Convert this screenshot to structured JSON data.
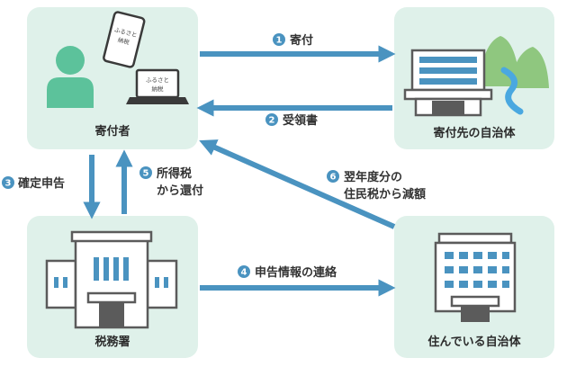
{
  "colors": {
    "panel": "#dff1ea",
    "arrow": "#4a93c0",
    "badge": "#4a93c0",
    "person": "#5cc29b",
    "building_fill": "#ffffff",
    "building_stroke": "#5b5b5b",
    "window": "#4a93c0",
    "mountain": "#8fc77f",
    "river": "#4aa8e0"
  },
  "icons": {
    "donor": [
      "person-icon",
      "smartphone-icon",
      "laptop-icon"
    ],
    "recipient_municipality": [
      "city-hall-icon",
      "mountain-icon",
      "river-icon"
    ],
    "tax_office": [
      "tax-office-building-icon"
    ],
    "resident_municipality": [
      "city-hall-icon"
    ]
  },
  "nodes": {
    "donor": {
      "label": "寄付者",
      "device_text_phone": [
        "ふるさと",
        "納税"
      ],
      "device_text_laptop": [
        "ふるさと",
        "納税"
      ]
    },
    "recipient_municipality": {
      "label": "寄付先の自治体"
    },
    "tax_office": {
      "label": "税務署"
    },
    "resident_municipality": {
      "label": "住んでいる自治体"
    }
  },
  "steps": [
    {
      "num": "1",
      "lines": [
        "寄付"
      ]
    },
    {
      "num": "2",
      "lines": [
        "受領書"
      ]
    },
    {
      "num": "3",
      "lines": [
        "確定申告"
      ]
    },
    {
      "num": "4",
      "lines": [
        "申告情報の連絡"
      ]
    },
    {
      "num": "5",
      "lines": [
        "所得税",
        "から還付"
      ]
    },
    {
      "num": "6",
      "lines": [
        "翌年度分の",
        "住民税から減額"
      ]
    }
  ]
}
